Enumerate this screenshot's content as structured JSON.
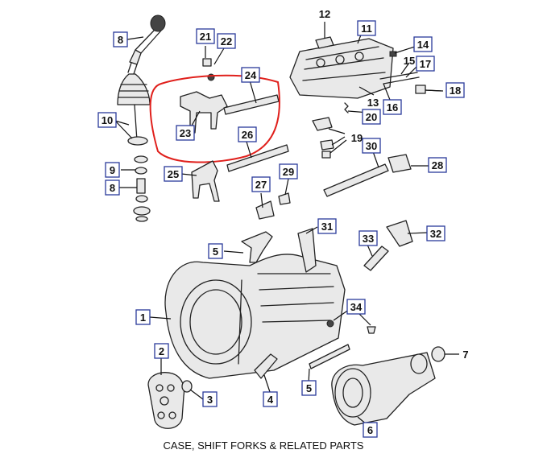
{
  "caption": "CASE, SHIFT FORKS & RELATED PARTS",
  "highlight_color": "#e0201c",
  "callout_border_color": "#2a3a9a",
  "callouts": {
    "c1": "1",
    "c2": "2",
    "c3": "3",
    "c4": "4",
    "c5a": "5",
    "c5b": "5",
    "c6": "6",
    "c7": "7",
    "c8a": "8",
    "c8b": "8",
    "c9": "9",
    "c10": "10",
    "c11": "11",
    "c12": "12",
    "c13": "13",
    "c14": "14",
    "c15": "15",
    "c16": "16",
    "c17": "17",
    "c18": "18",
    "c19": "19",
    "c20": "20",
    "c21": "21",
    "c22": "22",
    "c23": "23",
    "c24": "24",
    "c25": "25",
    "c26": "26",
    "c27": "27",
    "c28": "28",
    "c29": "29",
    "c30": "30",
    "c31": "31",
    "c32": "32",
    "c33": "33",
    "c34": "34"
  }
}
